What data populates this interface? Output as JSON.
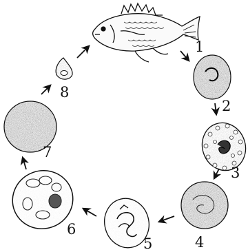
{
  "stages": [
    {
      "label": "1"
    },
    {
      "label": "2"
    },
    {
      "label": "3"
    },
    {
      "label": "4"
    },
    {
      "label": "5"
    },
    {
      "label": "6"
    },
    {
      "label": "7"
    },
    {
      "label": "8"
    }
  ],
  "colors": {
    "ink": "#111111",
    "background": "#ffffff",
    "stipple_dark": "#2a2a2a",
    "stipple_mid": "#6a6a6a",
    "stipple_light": "#cfcfcf"
  }
}
